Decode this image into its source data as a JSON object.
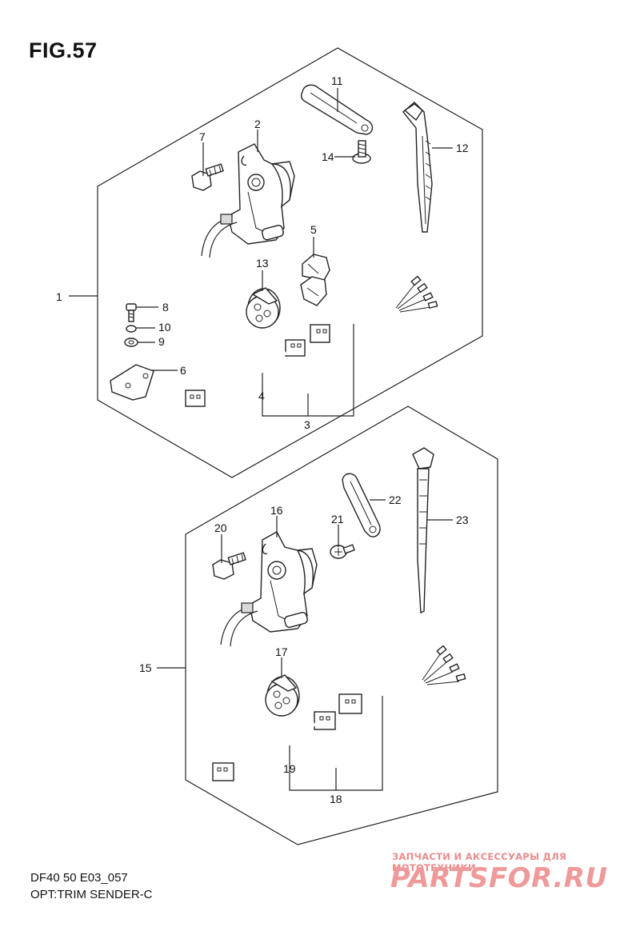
{
  "figure": {
    "title": "FIG.57"
  },
  "footer": {
    "model_code": "DF40 50 E03_057",
    "section_name": "OPT:TRIM SENDER-C"
  },
  "watermark": {
    "tagline": "ЗАПЧАСТИ И АКСЕССУАРЫ ДЛЯ МОТОТЕХНИКИ",
    "logo": "PARTSFOR.RU",
    "color": "#ef9a9a"
  },
  "callouts": {
    "c1": "1",
    "c2": "2",
    "c3": "3",
    "c4": "4",
    "c5": "5",
    "c6": "6",
    "c7": "7",
    "c8": "8",
    "c9": "9",
    "c10": "10",
    "c11": "11",
    "c12": "12",
    "c13": "13",
    "c14": "14",
    "c15": "15",
    "c16": "16",
    "c17": "17",
    "c18": "18",
    "c19": "19",
    "c20": "20",
    "c21": "21",
    "c22": "22",
    "c23": "23"
  }
}
